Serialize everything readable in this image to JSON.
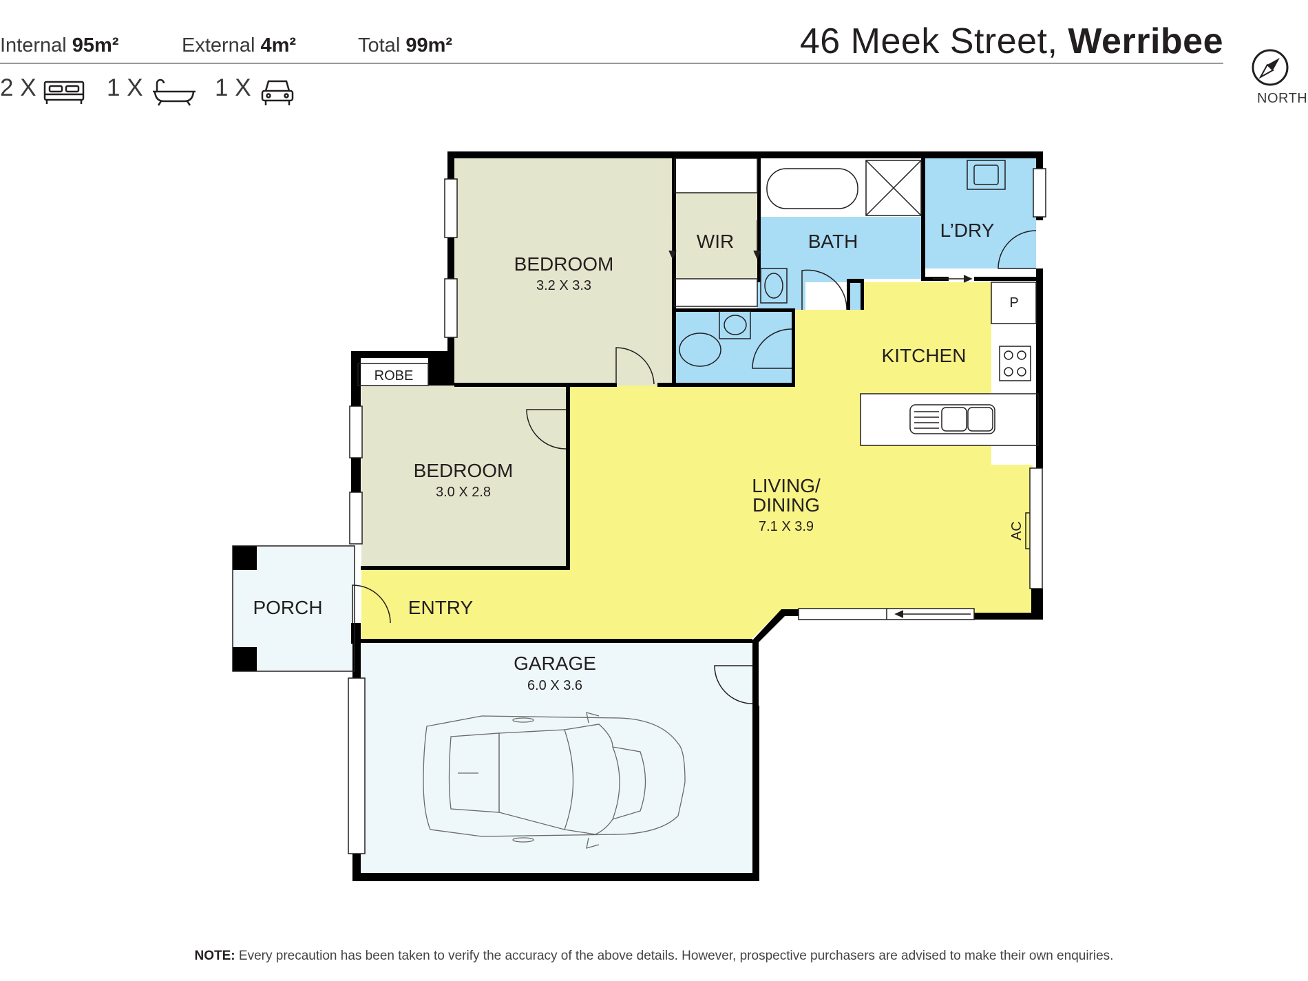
{
  "header": {
    "internal_label": "Internal",
    "internal_value": "95m²",
    "external_label": "External",
    "external_value": "4m²",
    "total_label": "Total",
    "total_value": "99m²",
    "address_street": "46 Meek Street,",
    "address_suburb": "Werribee",
    "bed_count": "2 X",
    "bath_count": "1 X",
    "car_count": "1 X"
  },
  "compass": {
    "label": "NORTH"
  },
  "rooms": {
    "bedroom1": {
      "name": "BEDROOM",
      "size": "3.2 X 3.3"
    },
    "bedroom2": {
      "name": "BEDROOM",
      "size": "3.0 X 2.8"
    },
    "wir": {
      "name": "WIR"
    },
    "bath": {
      "name": "BATH"
    },
    "laundry": {
      "name": "L’DRY"
    },
    "pantry": {
      "name": "P"
    },
    "kitchen": {
      "name": "KITCHEN"
    },
    "living_line1": "LIVING/",
    "living_line2": "DINING",
    "living_size": "7.1 X 3.9",
    "robe": {
      "name": "ROBE"
    },
    "porch": {
      "name": "PORCH"
    },
    "entry": {
      "name": "ENTRY"
    },
    "garage": {
      "name": "GARAGE",
      "size": "6.0 X 3.6"
    },
    "ac": {
      "name": "AC"
    }
  },
  "note": {
    "label": "NOTE:",
    "text": " Every precaution has been taken to verify the accuracy of the above details. However, prospective purchasers are advised to make their own enquiries."
  },
  "colors": {
    "bedroom": "#e4e5cd",
    "wet": "#a9dcf5",
    "living": "#f8f485",
    "garage": "#eef7f9",
    "wall": "#000000"
  },
  "icons": [
    "bed-icon",
    "bath-icon",
    "car-icon",
    "compass-icon"
  ]
}
